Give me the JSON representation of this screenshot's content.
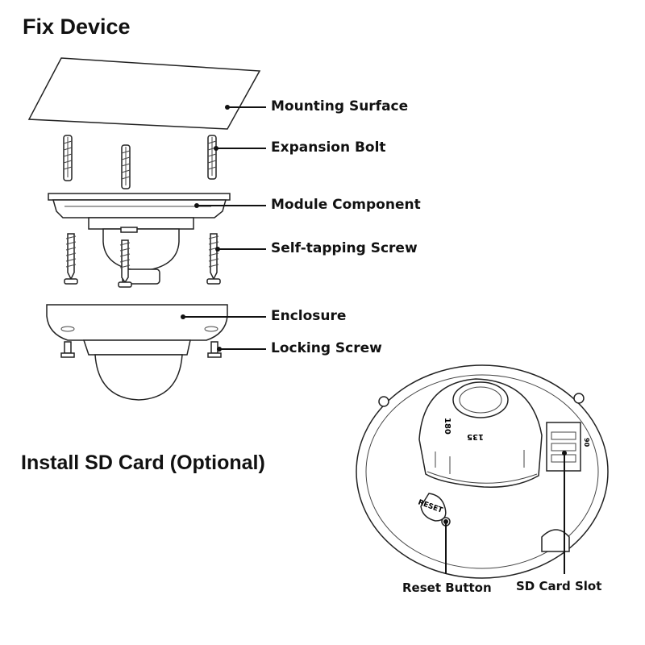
{
  "fix_device": {
    "title": "Fix Device",
    "labels": {
      "mounting_surface": "Mounting Surface",
      "expansion_bolt": "Expansion Bolt",
      "module_component": "Module Component",
      "self_tapping_screw": "Self-tapping Screw",
      "enclosure": "Enclosure",
      "locking_screw": "Locking Screw"
    }
  },
  "install_sd": {
    "title": "Install SD Card (Optional)",
    "labels": {
      "reset_button": "Reset Button",
      "sd_card_slot": "SD Card Slot"
    },
    "markings": {
      "reset": "RESET",
      "num_a": "135",
      "num_b": "180",
      "num_c": "90"
    }
  }
}
